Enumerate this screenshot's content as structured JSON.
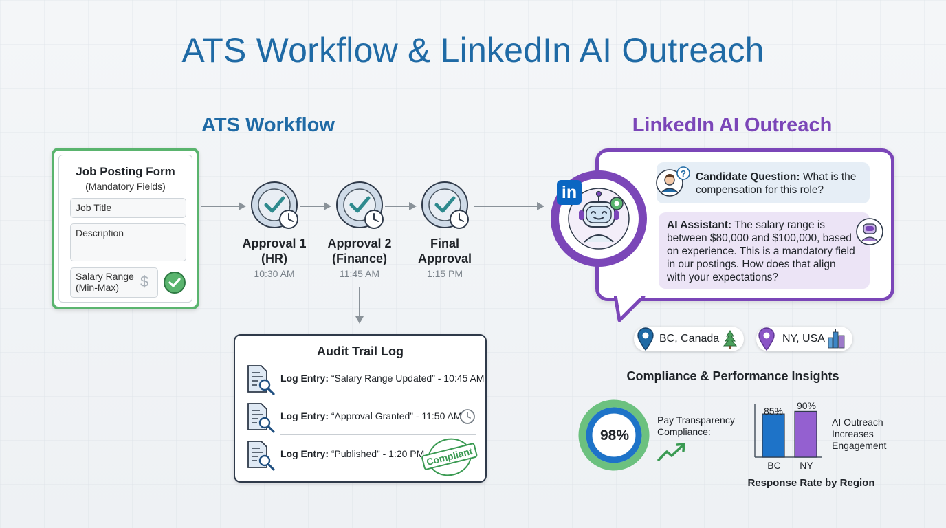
{
  "title": "ATS Workflow & LinkedIn AI Outreach",
  "ats": {
    "section_title": "ATS Workflow",
    "form": {
      "title": "Job Posting Form",
      "subtitle": "(Mandatory Fields)",
      "fields": [
        "Job Title",
        "Description",
        "Salary Range\n(Min-Max)"
      ]
    },
    "approvals": [
      {
        "label": "Approval 1\n(HR)",
        "time": "10:30 AM"
      },
      {
        "label": "Approval 2\n(Finance)",
        "time": "11:45 AM"
      },
      {
        "label": "Final\nApproval",
        "time": "1:15 PM"
      }
    ],
    "audit": {
      "title": "Audit Trail Log",
      "entries": [
        {
          "prefix": "Log Entry:",
          "text": "“Salary Range Updated” - 10:45 AM"
        },
        {
          "prefix": "Log Entry:",
          "text": "“Approval Granted” - 11:50 AM"
        },
        {
          "prefix": "Log Entry:",
          "text": "“Published” - 1:20 PM"
        }
      ],
      "stamp": "Compliant"
    }
  },
  "linkedin": {
    "section_title": "LinkedIn AI Outreach",
    "logo": "in",
    "question": {
      "speaker": "Candidate Question:",
      "text": "What is the compensation for this role?"
    },
    "answer": {
      "speaker": "AI Assistant:",
      "text": "The salary range is between $80,000 and $100,000, based on experience. This is a mandatory field in our postings. How does that align with your expectations?"
    },
    "locations": [
      "BC, Canada",
      "NY, USA"
    ]
  },
  "insights": {
    "title": "Compliance & Performance Insights",
    "gauge_value": "98%",
    "gauge_label": "Pay Transparency Compliance:",
    "bars_note": "AI Outreach Increases Engagement"
  },
  "chart_data": {
    "type": "bar",
    "title": "Response Rate by Region",
    "categories": [
      "BC",
      "NY"
    ],
    "values": [
      85,
      90
    ],
    "value_labels": [
      "85%",
      "90%"
    ],
    "colors": [
      "#1e73c8",
      "#9460d0"
    ]
  },
  "colors": {
    "blue": "#1f6aa5",
    "purple": "#7b46b8",
    "green": "#5ab46e"
  }
}
